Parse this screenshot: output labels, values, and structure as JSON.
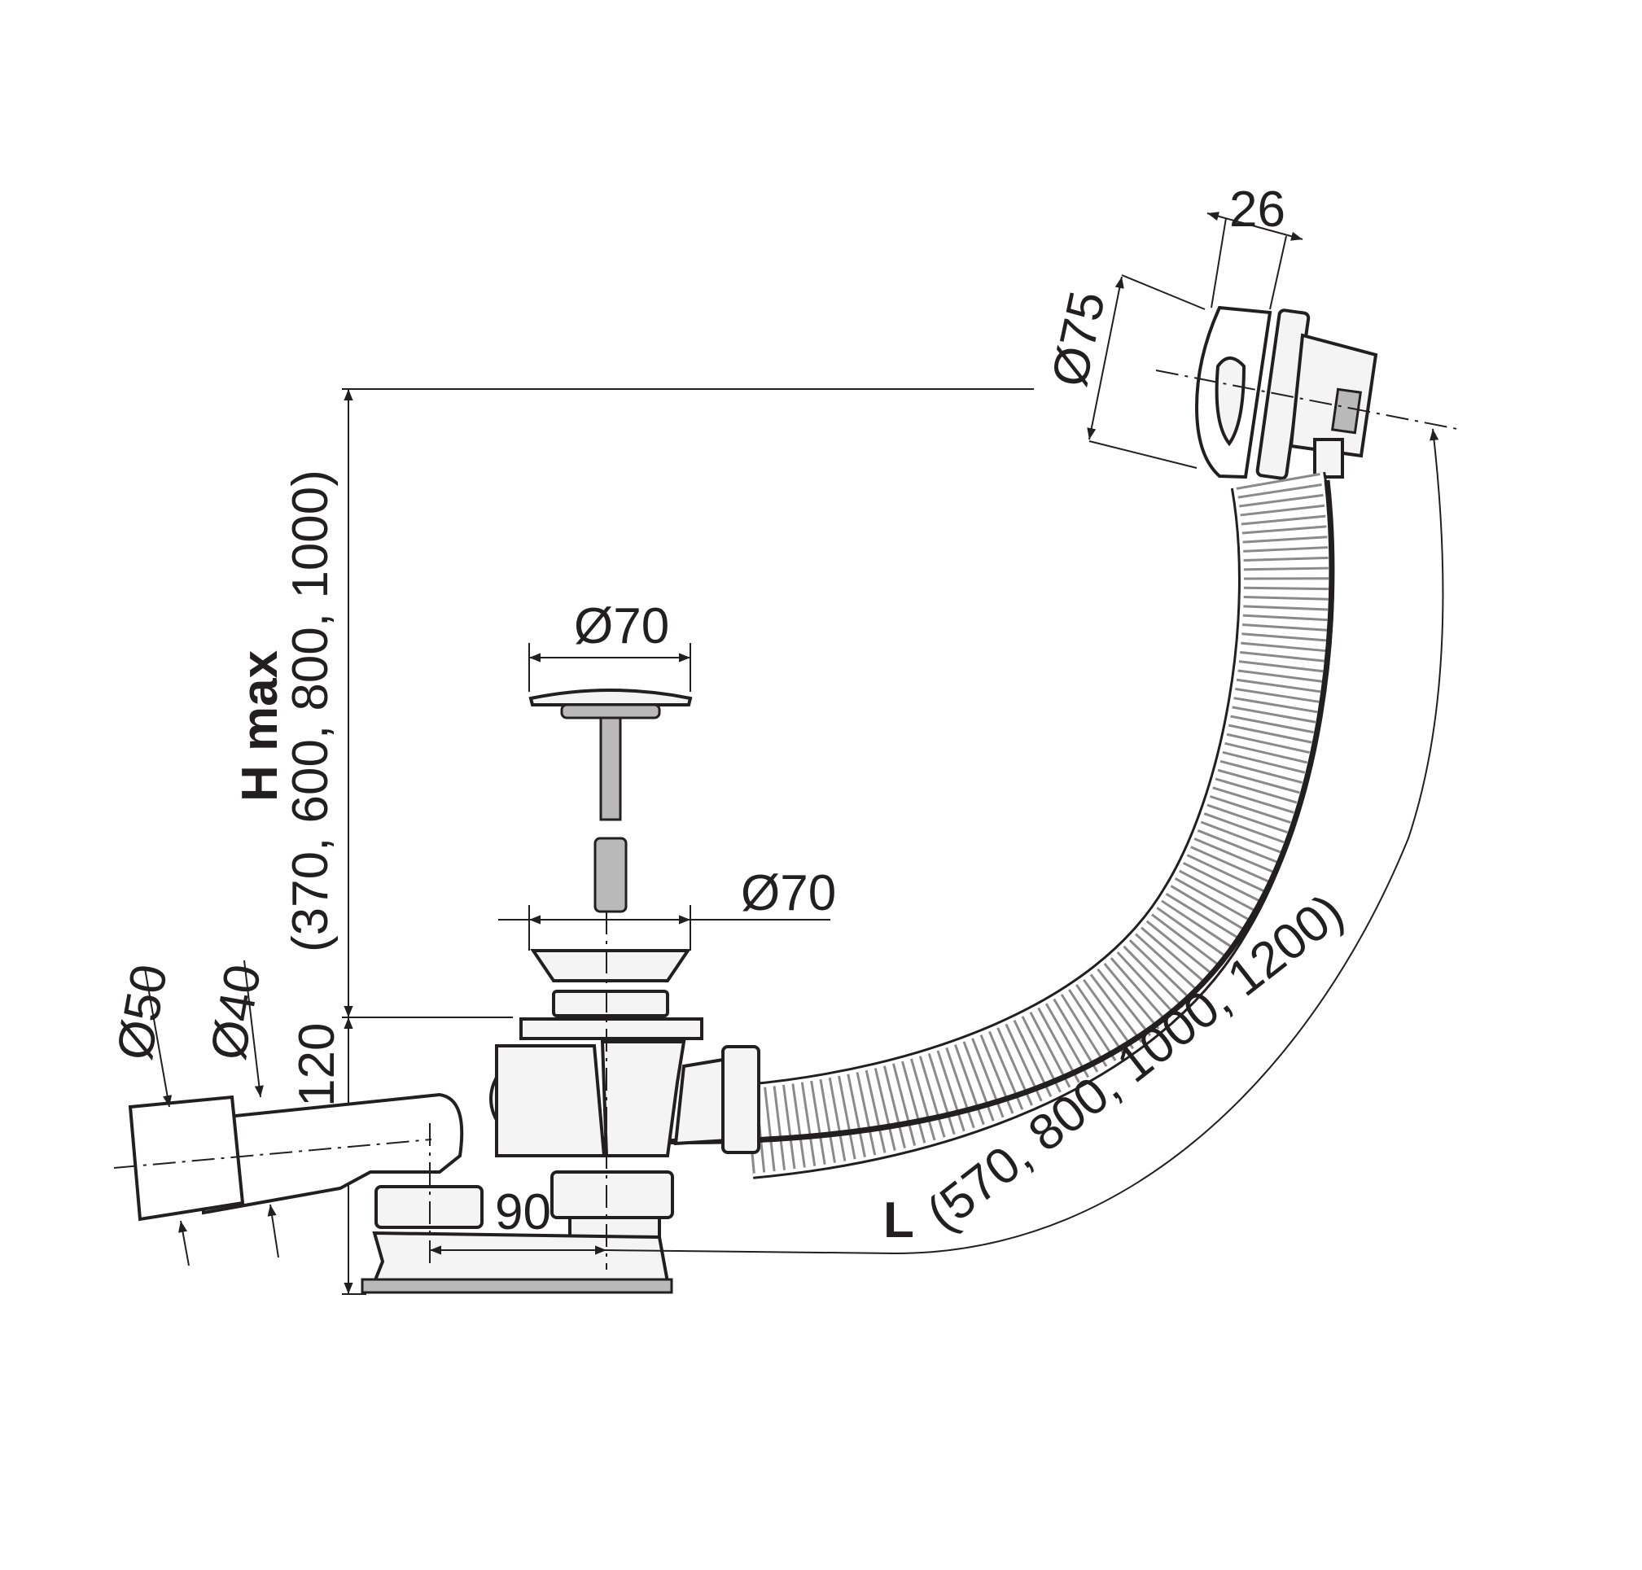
{
  "dimensions": {
    "overflow_cover_depth": "26",
    "overflow_cover_diameter": "Ø75",
    "plug_diameter": "Ø70",
    "strainer_diameter": "Ø70",
    "height_label": "H max",
    "height_values": "(370, 600, 800, 1000)",
    "trap_height": "120",
    "outlet_outer_diameter": "Ø50",
    "outlet_inner_diameter": "Ø40",
    "trap_offset": "90",
    "length_label": "L",
    "length_values": "(570, 800, 1000, 1200)"
  },
  "colors": {
    "line": "#231f20",
    "fill_light": "#f4f4f4",
    "fill_metal": "#b9b9b9"
  }
}
